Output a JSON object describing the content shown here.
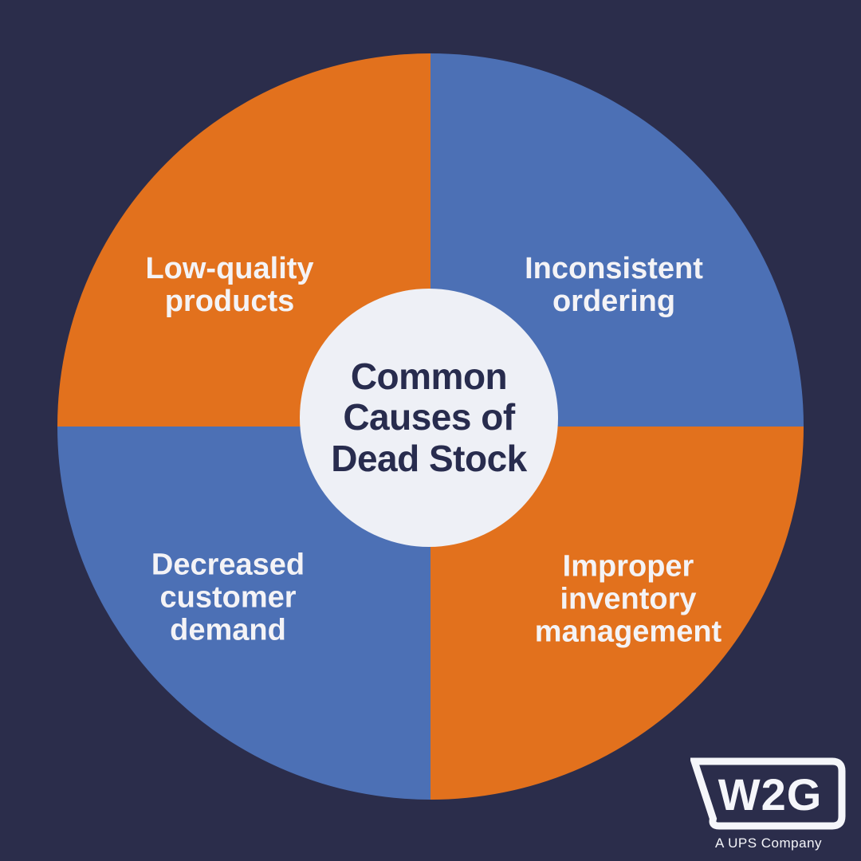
{
  "title": {
    "lines": [
      "Common",
      "Causes of",
      "Dead Stock"
    ],
    "full": "Common Causes of Dead Stock"
  },
  "quadrants": [
    {
      "position": "top-left",
      "label": "Low-quality products",
      "lines": [
        "Low-quality",
        "products"
      ],
      "color": "#e2711d"
    },
    {
      "position": "top-right",
      "label": "Inconsistent ordering",
      "lines": [
        "Inconsistent",
        "ordering"
      ],
      "color": "#4c70b5"
    },
    {
      "position": "bottom-left",
      "label": "Decreased customer demand",
      "lines": [
        "Decreased",
        "customer",
        "demand"
      ],
      "color": "#4c70b5"
    },
    {
      "position": "bottom-right",
      "label": "Improper inventory management",
      "lines": [
        "Improper",
        "inventory",
        "management"
      ],
      "color": "#e2711d"
    }
  ],
  "logo": {
    "text": "W2G",
    "tagline": "A UPS Company"
  },
  "colors": {
    "background": "#2b2d4b",
    "orange": "#e2711d",
    "blue": "#4c70b5",
    "center_circle": "#eef0f6",
    "title_text": "#282c4e",
    "label_text": "#f4f3f6",
    "logo": "#f5f6fa"
  }
}
